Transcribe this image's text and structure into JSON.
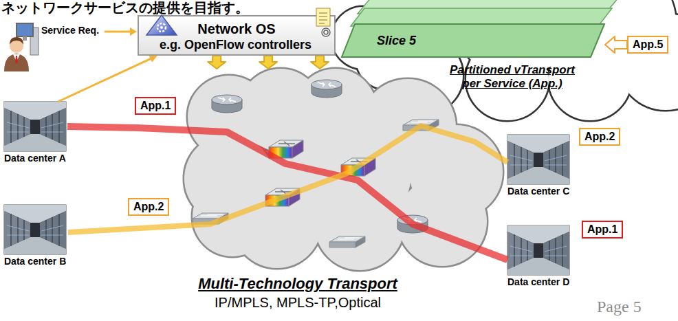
{
  "diagram": {
    "nodes": [
      {
        "text": [
          "Network OS",
          "e.g. OpenFlow controllers"
        ]
      },
      {
        "text": [
          "Partitioned vTransport per Service (App.)"
        ]
      },
      {
        "text": [
          "Slice 5"
        ],
        "in": 1
      },
      {
        "text": [
          "App.5"
        ]
      },
      {
        "text": [
          "App.1"
        ]
      },
      {
        "text": [
          "Data center A"
        ]
      },
      {
        "text": [
          "App.2"
        ]
      },
      {
        "text": [
          "App.2"
        ]
      },
      {
        "text": [
          "Data center C"
        ]
      },
      {
        "text": [
          "Data center B"
        ]
      },
      {
        "text": [
          "App.1"
        ]
      },
      {
        "text": [
          "Data center D"
        ]
      },
      {
        "text": [
          "Multi-Technology Transport",
          "IP/MPLS, MPLS-TP,Optical"
        ]
      }
    ],
    "edges": [
      {
        "from": 5,
        "to": 0,
        "arrow": "to"
      },
      {
        "from": 0,
        "to": 12,
        "arrow": "to"
      },
      {
        "from": 0,
        "to": 12,
        "arrow": "to"
      },
      {
        "from": 0,
        "to": 12,
        "arrow": "to"
      },
      {
        "from": 5,
        "to": 11,
        "arrow": "none"
      },
      {
        "from": 9,
        "to": 8,
        "arrow": "none"
      },
      {
        "from": 3,
        "to": 2,
        "arrow": "to"
      }
    ],
    "labels": [
      "ネットワークサービスの提供を目指す。",
      "Service Req.",
      "Page 5"
    ]
  }
}
